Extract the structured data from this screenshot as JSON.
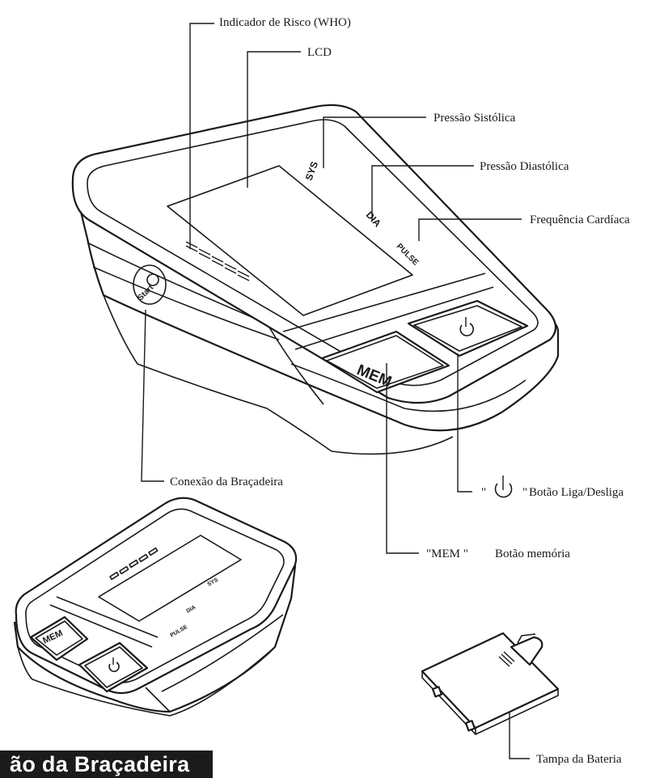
{
  "labels": {
    "risk_indicator": "Indicador de Risco (WHO)",
    "lcd": "LCD",
    "systolic": "Pressão Sistólica",
    "diastolic": "Pressão Diastólica",
    "heart_rate": "Frequência Cardíaca",
    "cuff_connection": "Conexão da Braçadeira",
    "power_open_quote": "\"",
    "power_close_quote": "\"",
    "power_button": "Botão Liga/Desliga",
    "mem_quoted": "\"MEM \"",
    "memory_button": "Botão memória",
    "battery_cover": "Tampa da Bateria"
  },
  "device": {
    "mem_key": "MEM",
    "sys_mark": "SYS",
    "dia_mark": "DIA",
    "pulse_mark": "PULSE",
    "start_mark": "Start"
  },
  "section_banner": "ão da Braçadeira"
}
